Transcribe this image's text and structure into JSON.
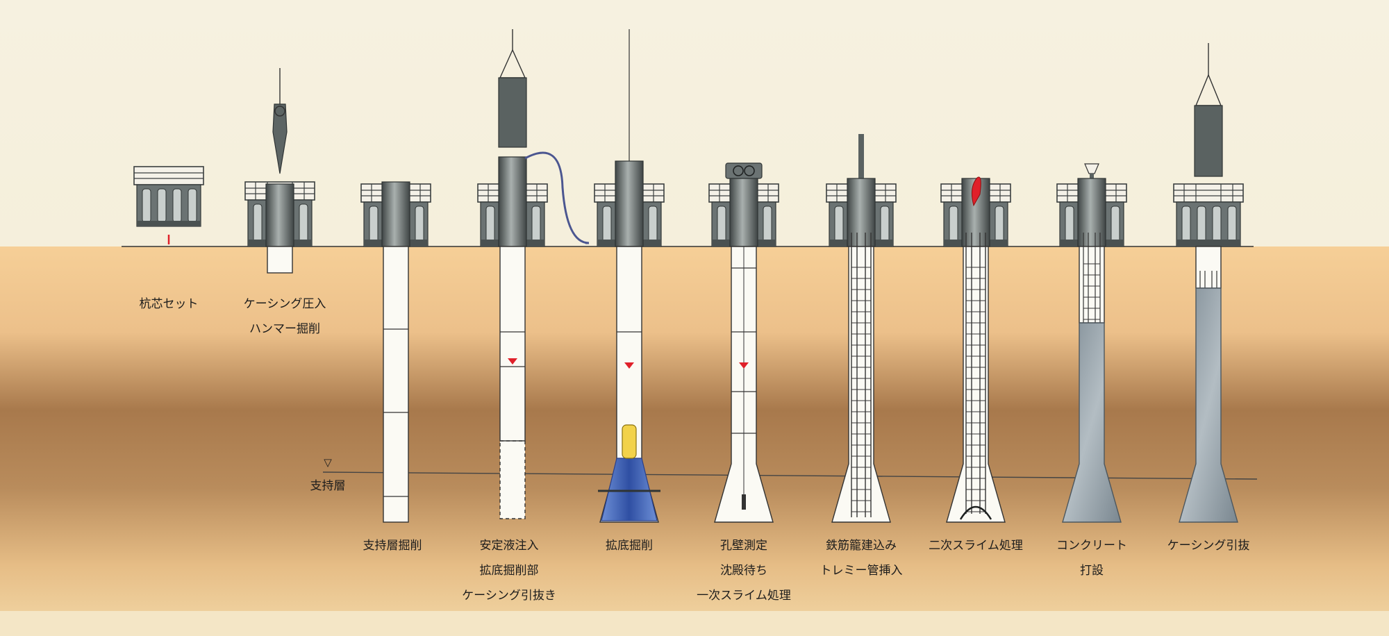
{
  "steps": [
    {
      "label_lines": [
        "杭芯セット"
      ]
    },
    {
      "label_lines": [
        "ケーシング圧入",
        "ハンマー掘削"
      ]
    },
    {
      "label_lines": [
        "支持層掘削"
      ]
    },
    {
      "label_lines": [
        "安定液注入",
        "拡底掘削部",
        "ケーシング引抜き"
      ]
    },
    {
      "label_lines": [
        "拡底掘削"
      ]
    },
    {
      "label_lines": [
        "孔壁測定",
        "沈殿待ち",
        "一次スライム処理"
      ]
    },
    {
      "label_lines": [
        "鉄筋籠建込み",
        "トレミー管挿入"
      ]
    },
    {
      "label_lines": [
        "二次スライム処理"
      ]
    },
    {
      "label_lines": [
        "コンクリート",
        "打設"
      ]
    },
    {
      "label_lines": [
        "ケーシング引抜"
      ]
    }
  ],
  "bearing_layer": {
    "symbol": "▽",
    "label": "支持層"
  },
  "colors": {
    "sky": "#f4eedb",
    "ground_top": "#f3c98e",
    "ground_mid": "#9c6b3c",
    "machine": "#5e6464",
    "concrete": "#8e9aa2",
    "bentonite_blue": "#3a5fb0",
    "water_mark": "#e0202a"
  }
}
